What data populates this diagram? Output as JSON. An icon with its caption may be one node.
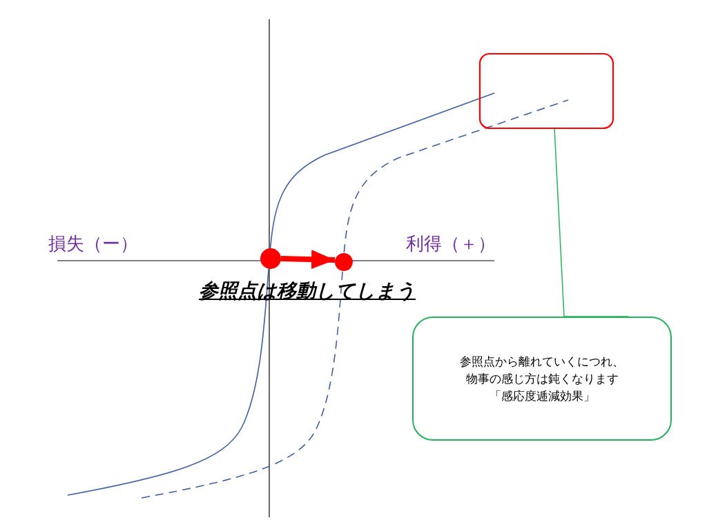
{
  "diagram": {
    "nodes": [
      {
        "text": [],
        "shape": "box"
      },
      {
        "text": [
          "参照点から離れていくにつれ、物事の感じ方は鈍くなります",
          "「感応度逓減効果」"
        ]
      },
      {
        "text": [],
        "shape": "circle"
      },
      {
        "text": [],
        "shape": "circle"
      }
    ],
    "edges": [
      {
        "from": 1,
        "to": 0,
        "arrow": "none"
      },
      {
        "from": 2,
        "to": 3,
        "arrow": "to",
        "style": "thick",
        "color": "#ff0000"
      }
    ],
    "labels": [
      "損失（ー）",
      "利得（＋）",
      "参照点は移動してしまう"
    ]
  }
}
